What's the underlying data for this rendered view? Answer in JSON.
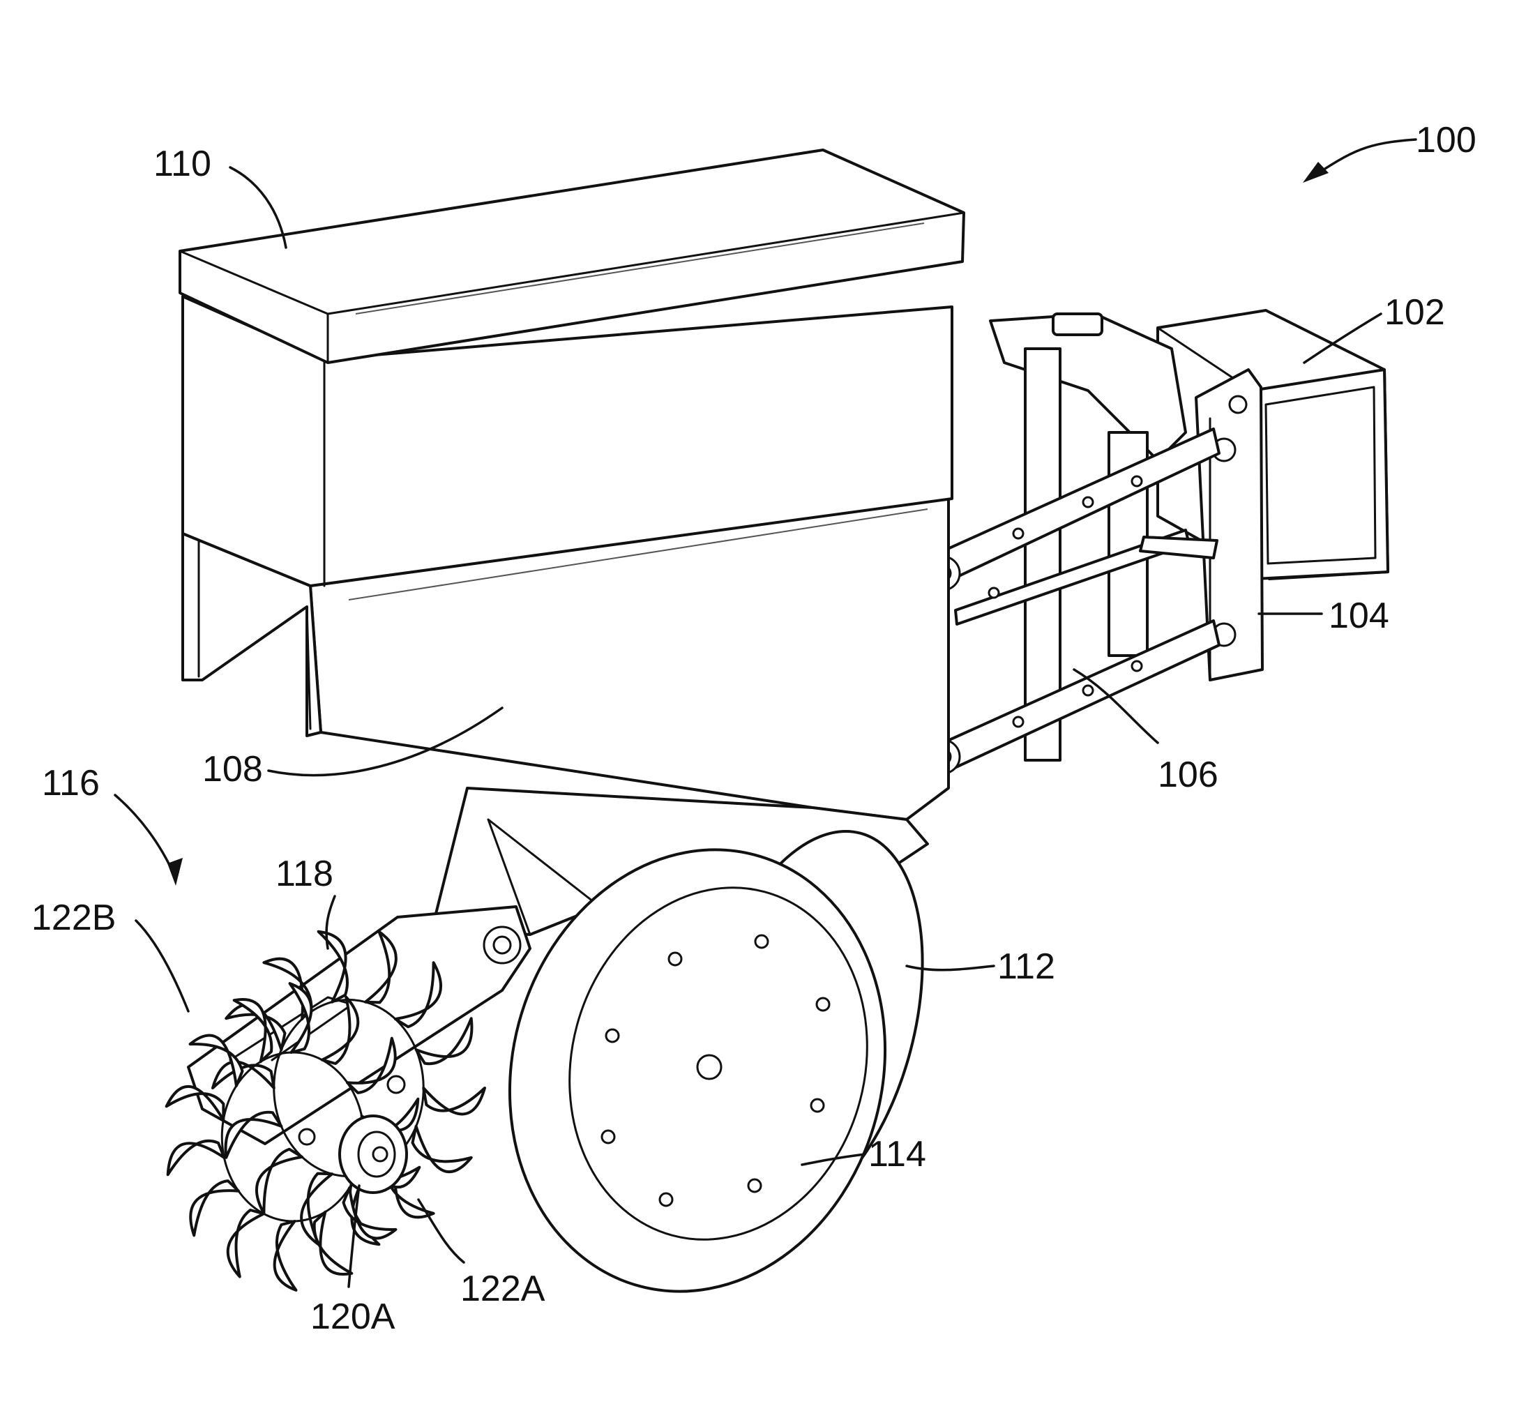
{
  "labels": {
    "l100": "100",
    "l102": "102",
    "l104": "104",
    "l106": "106",
    "l108": "108",
    "l110": "110",
    "l112": "112",
    "l114": "114",
    "l116": "116",
    "l118": "118",
    "l120A": "120A",
    "l122A": "122A",
    "l122B": "122B"
  },
  "colors": {
    "line": "#111111",
    "background": "#ffffff"
  }
}
